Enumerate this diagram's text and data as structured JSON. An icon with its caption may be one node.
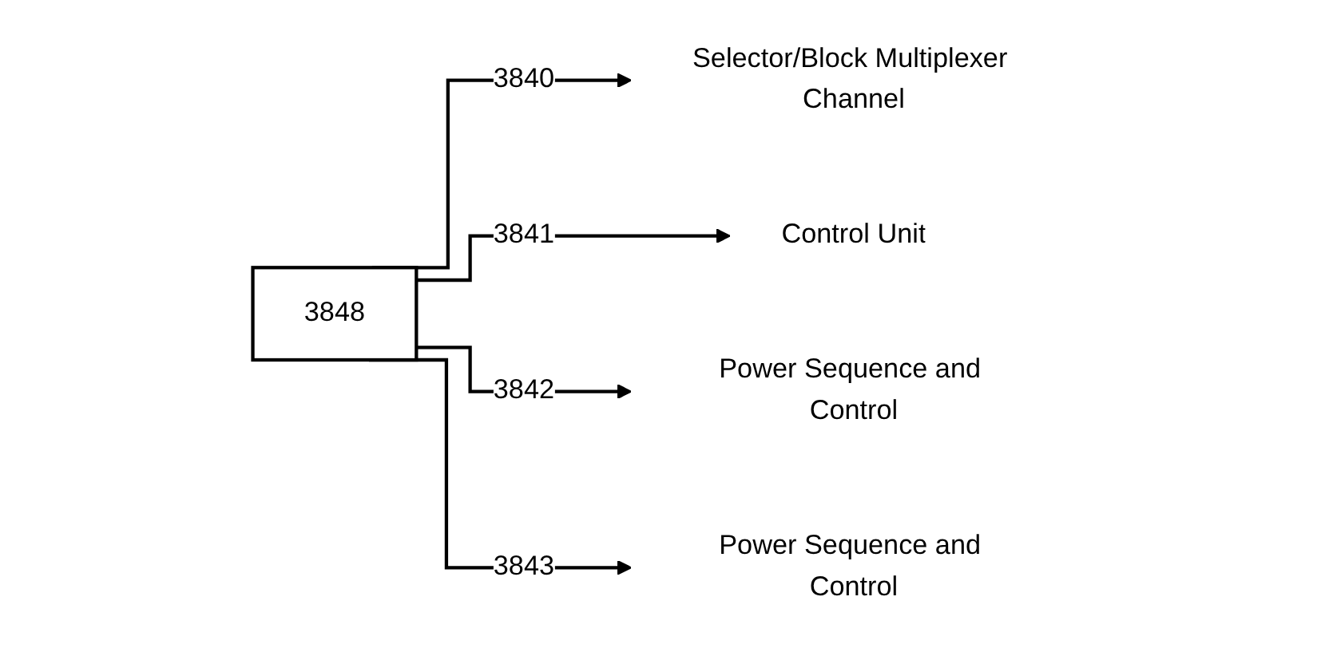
{
  "diagram": {
    "nodes": [
      {
        "text": [
          "3848"
        ]
      },
      {
        "text": [
          "Selector/Block Multiplexer Channel"
        ]
      },
      {
        "text": [
          "Control Unit"
        ]
      },
      {
        "text": [
          "Power Sequence and Control"
        ]
      },
      {
        "text": [
          "Power Sequence and Control"
        ]
      }
    ],
    "edges": [
      {
        "from": 0,
        "to": 1,
        "arrow": "to",
        "label": "3840"
      },
      {
        "from": 0,
        "to": 2,
        "arrow": "to",
        "label": "3841"
      },
      {
        "from": 0,
        "to": 3,
        "arrow": "to",
        "label": "3842"
      },
      {
        "from": 0,
        "to": 4,
        "arrow": "to",
        "label": "3843"
      }
    ]
  }
}
